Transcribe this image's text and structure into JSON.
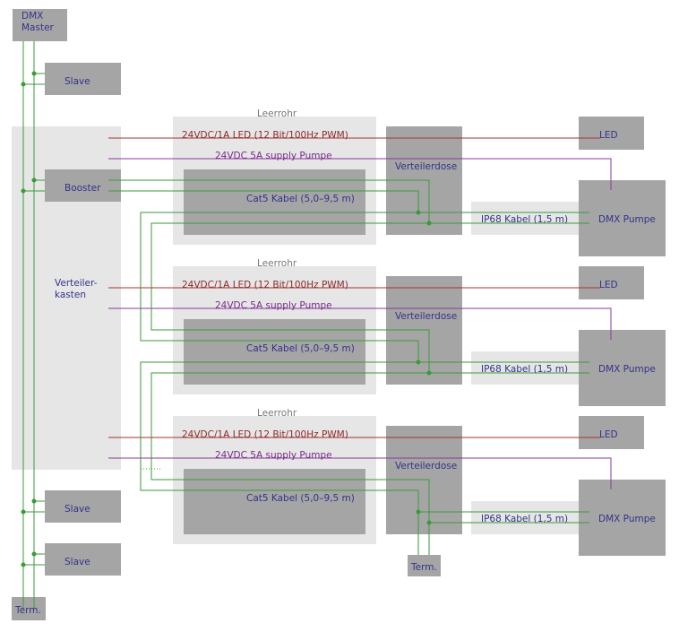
{
  "master": {
    "line1": "DMX",
    "line2": "Master"
  },
  "slave_label": "Slave",
  "booster_label": "Booster",
  "verteilerkasten": {
    "line1": "Verteiler-",
    "line2": "kasten"
  },
  "term_label": "Term.",
  "leerrohr_label": "Leerrohr",
  "led_cable_label": "24VDC/1A LED (12 Bit/100Hz PWM)",
  "supply_label": "24VDC 5A supply Pumpe",
  "cat5_label": "Cat5 Kabel (5,0–9,5 m)",
  "verteilerdose_label": "Verteilerdose",
  "ip68_label": "IP68 Kabel (1,5 m)",
  "led_label": "LED",
  "pump_label": "DMX Pumpe",
  "colors": {
    "box": "#a5a5a5",
    "light_area": "#e6e6e6",
    "green_line": "#3a9a3a",
    "red_line": "#a83232",
    "purple_line": "#8b3a9b",
    "text": "#33338a"
  }
}
